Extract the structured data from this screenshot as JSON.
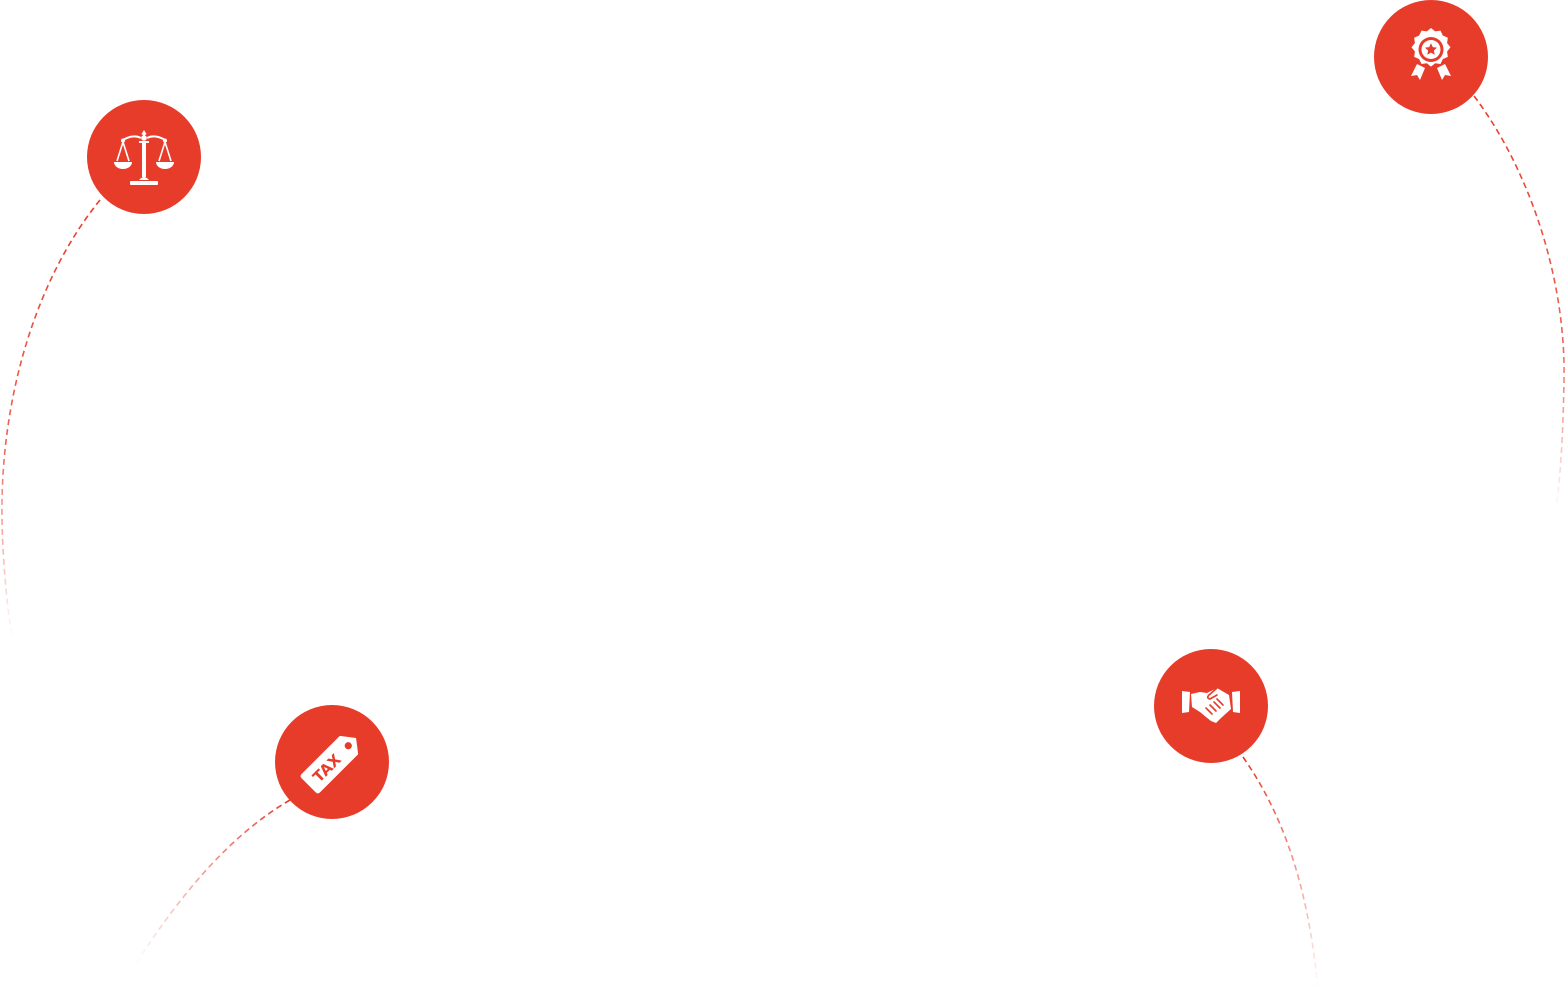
{
  "colors": {
    "accent": "#E83C2B",
    "icon": "#ffffff",
    "background": "#ffffff"
  },
  "badges": [
    {
      "id": "scales",
      "icon": "scales-of-justice-icon"
    },
    {
      "id": "award",
      "icon": "award-ribbon-icon"
    },
    {
      "id": "tax",
      "icon": "tax-tag-icon",
      "label": "TAX"
    },
    {
      "id": "handshake",
      "icon": "handshake-icon"
    }
  ]
}
